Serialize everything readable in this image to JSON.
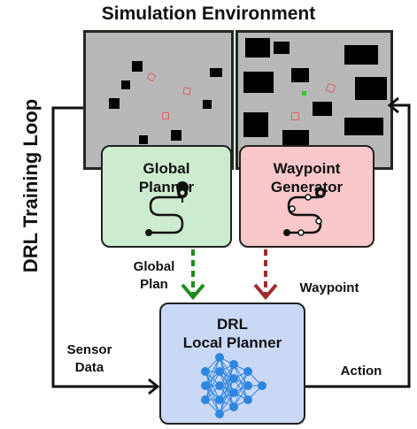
{
  "title": "Simulation Environment",
  "loop_label": "DRL Training Loop",
  "global_planner": {
    "line1": "Global",
    "line2": "Planner",
    "color": "#cdeccf",
    "icon": "route-icon"
  },
  "waypoint_generator": {
    "line1": "Waypoint",
    "line2": "Generator",
    "color": "#f7c7c9",
    "icon": "route-waypoints-icon"
  },
  "local_planner": {
    "line1": "DRL",
    "line2": "Local Planner",
    "color": "#c9d8f5",
    "icon": "neural-network-icon"
  },
  "labels": {
    "global_plan_1": "Global",
    "global_plan_2": "Plan",
    "waypoint": "Waypoint",
    "sensor_1": "Sensor",
    "sensor_2": "Data",
    "action": "Action"
  },
  "colors": {
    "green_arrow": "#1e8c1e",
    "red_arrow": "#9b2d2d",
    "nn_blue": "#2f86e0"
  }
}
